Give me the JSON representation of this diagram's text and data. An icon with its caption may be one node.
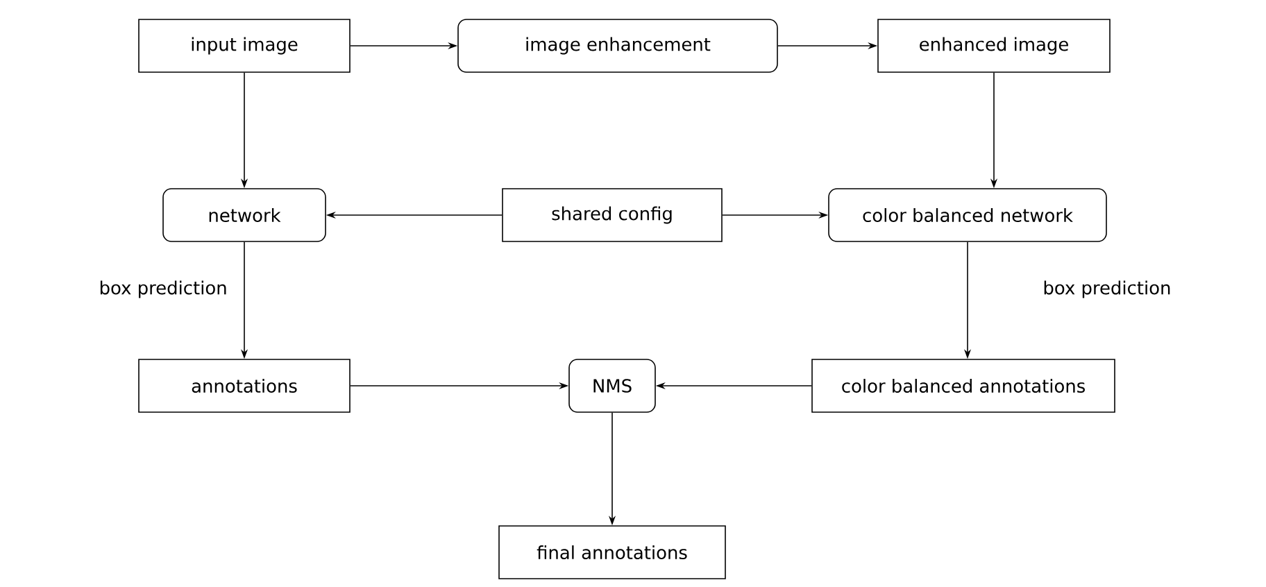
{
  "diagram": {
    "nodes": [
      {
        "text": [
          "input image"
        ]
      },
      {
        "text": [
          "image enhancement"
        ]
      },
      {
        "text": [
          "enhanced image"
        ]
      },
      {
        "text": [
          "network"
        ]
      },
      {
        "text": [
          "shared config"
        ]
      },
      {
        "text": [
          "color balanced network"
        ]
      },
      {
        "text": [
          "annotations"
        ]
      },
      {
        "text": [
          "NMS"
        ]
      },
      {
        "text": [
          "color balanced annotations"
        ]
      },
      {
        "text": [
          "final annotations"
        ]
      }
    ],
    "edges": [
      {
        "from": 0,
        "to": 1,
        "arrow": "to"
      },
      {
        "from": 1,
        "to": 2,
        "arrow": "to"
      },
      {
        "from": 0,
        "to": 3,
        "arrow": "to"
      },
      {
        "from": 2,
        "to": 5,
        "arrow": "to"
      },
      {
        "from": 4,
        "to": 3,
        "arrow": "to"
      },
      {
        "from": 4,
        "to": 5,
        "arrow": "to"
      },
      {
        "from": 3,
        "to": 6,
        "arrow": "to",
        "label": "box prediction"
      },
      {
        "from": 5,
        "to": 8,
        "arrow": "to",
        "label": "box prediction"
      },
      {
        "from": 6,
        "to": 7,
        "arrow": "to"
      },
      {
        "from": 8,
        "to": 7,
        "arrow": "to"
      },
      {
        "from": 7,
        "to": 9,
        "arrow": "to"
      }
    ]
  }
}
